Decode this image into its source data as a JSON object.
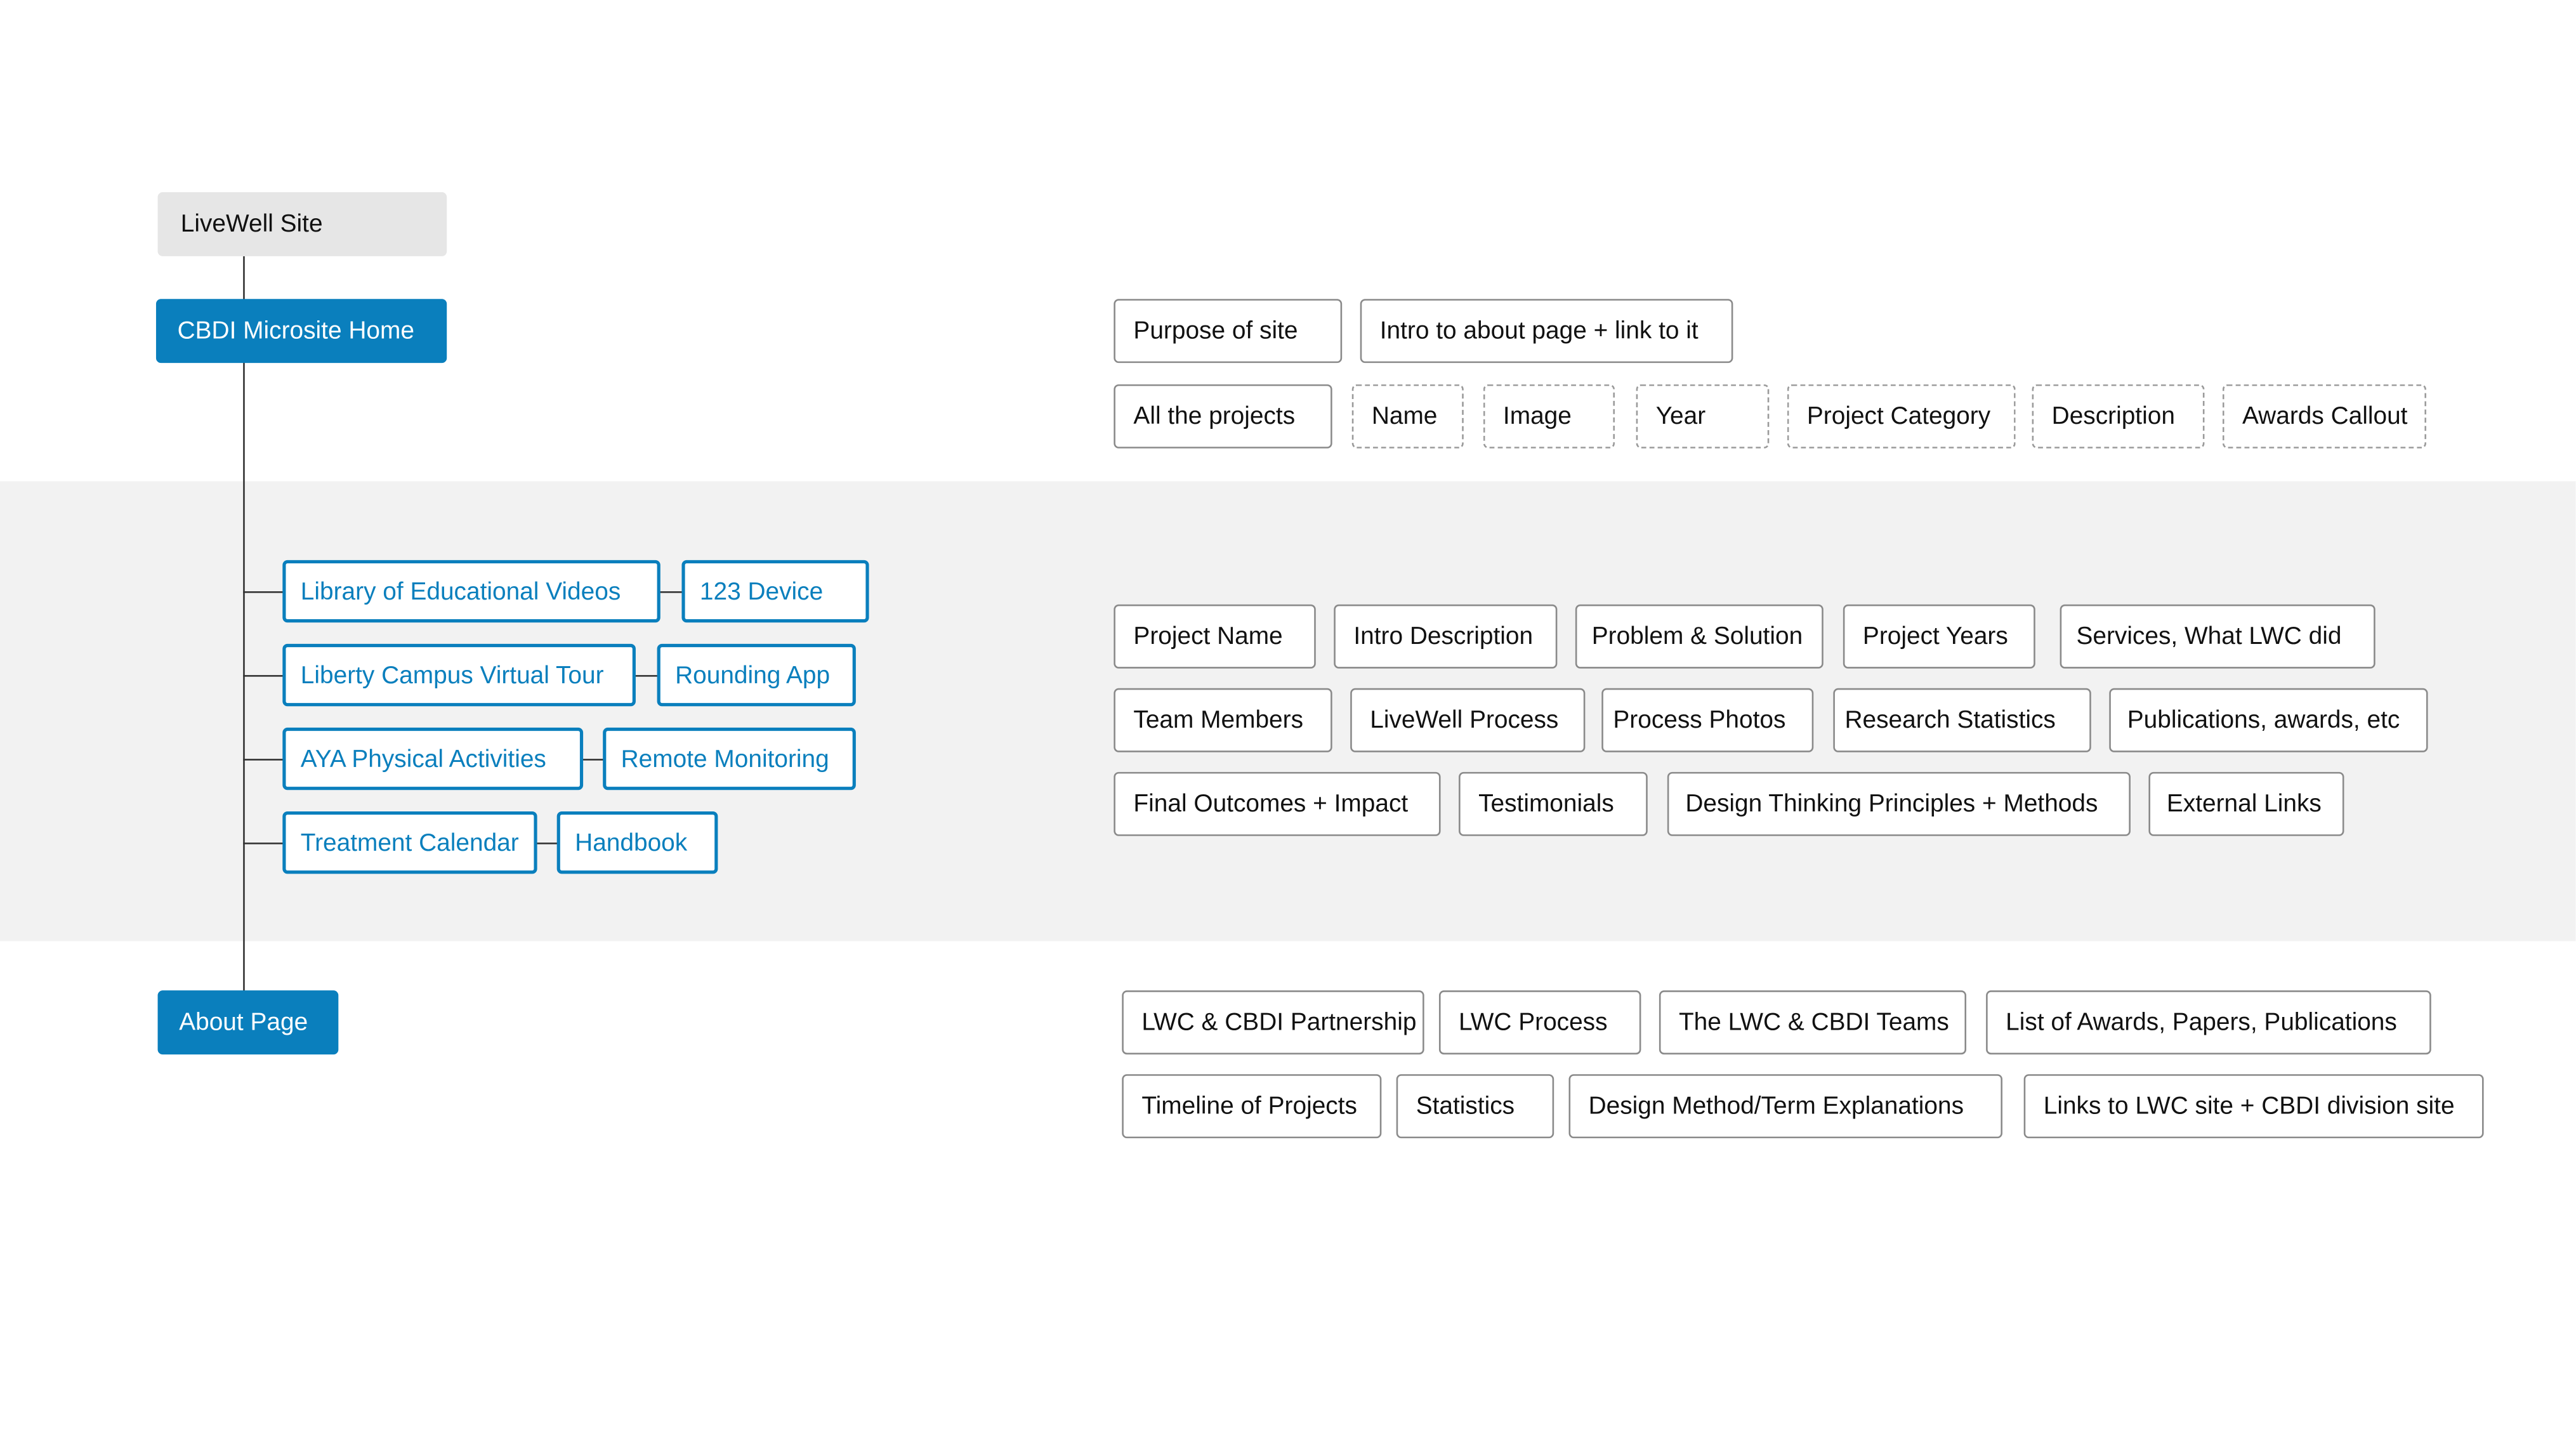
{
  "root": "LiveWell Site",
  "home": {
    "label": "CBDI Microsite Home",
    "row1": [
      "Purpose of site",
      "Intro to about page + link to it"
    ],
    "projects_label": "All the projects",
    "project_fields": [
      "Name",
      "Image",
      "Year",
      "Project Category",
      "Description",
      "Awards Callout"
    ]
  },
  "projects": [
    {
      "label": "Library of Educational Videos",
      "pair": "123 Device"
    },
    {
      "label": "Liberty Campus Virtual Tour",
      "pair": "Rounding App"
    },
    {
      "label": "AYA Physical Activities",
      "pair": "Remote Monitoring"
    },
    {
      "label": "Treatment Calendar",
      "pair": "Handbook"
    }
  ],
  "project_page": {
    "row1": [
      "Project Name",
      "Intro Description",
      "Problem & Solution",
      "Project Years",
      "Services, What LWC did"
    ],
    "row2": [
      "Team Members",
      "LiveWell Process",
      "Process Photos",
      "Research Statistics",
      "Publications, awards, etc"
    ],
    "row3": [
      "Final Outcomes + Impact",
      "Testimonials",
      "Design Thinking Principles + Methods",
      "External Links"
    ]
  },
  "about": {
    "label": "About Page",
    "row1": [
      "LWC & CBDI Partnership",
      "LWC Process",
      "The LWC & CBDI Teams",
      "List of Awards, Papers, Publications"
    ],
    "row2": [
      "Timeline of Projects",
      "Statistics",
      "Design Method/Term Explanations",
      "Links to LWC site + CBDI division site"
    ]
  },
  "colors": {
    "accent": "#0a7fbd",
    "band": "#f2f2f2",
    "root": "#e6e6e6"
  }
}
